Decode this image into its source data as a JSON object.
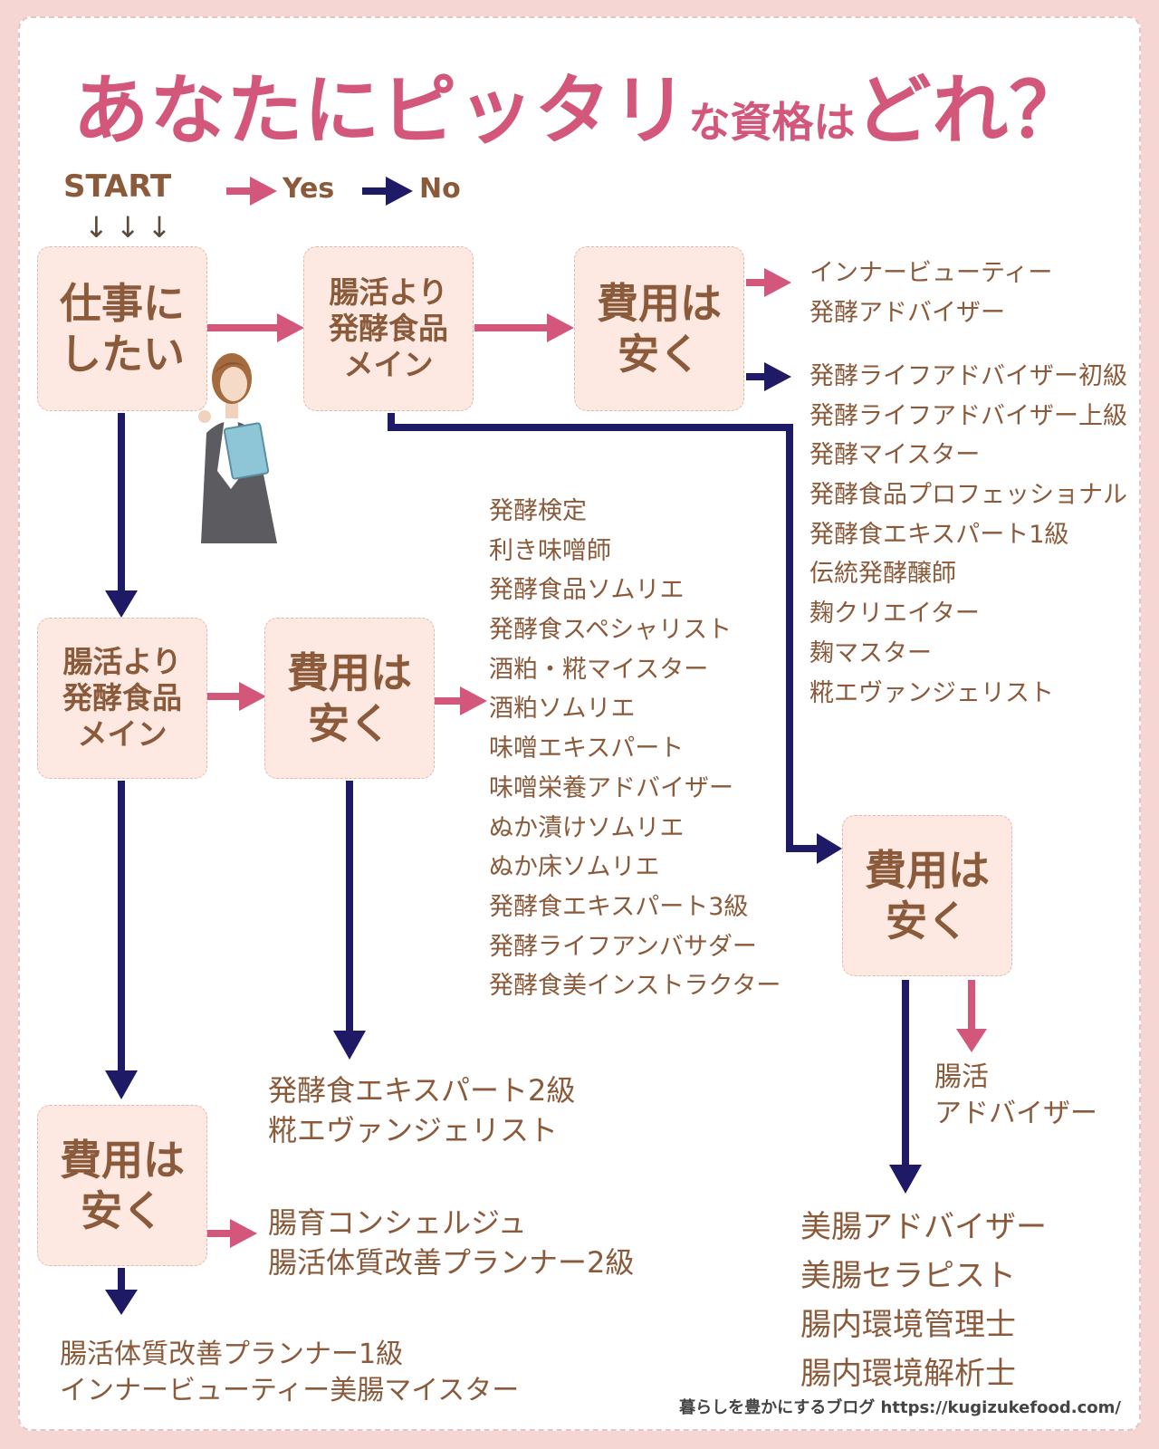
{
  "title": {
    "part1": "あなたにピッタリ",
    "part2": "な資格は",
    "part3": "どれ？"
  },
  "legend": {
    "start": "START",
    "start_arrows": "↓↓↓",
    "yes": "Yes",
    "no": "No",
    "yes_color": "#d2577a",
    "no_color": "#1f1a66"
  },
  "boxes": {
    "work": "仕事に\nしたい",
    "gut_a": "腸活より\n発酵食品\nメイン",
    "cost_a": "費用は\n安く",
    "gut_b": "腸活より\n発酵食品\nメイン",
    "cost_b": "費用は\n安く",
    "cost_c": "費用は\n安く",
    "cost_d": "費用は\n安く"
  },
  "results": {
    "r1": [
      "インナービューティー",
      "発酵アドバイザー"
    ],
    "r2": [
      "発酵ライフアドバイザー初級",
      "発酵ライフアドバイザー上級",
      "発酵マイスター",
      "発酵食品プロフェッショナル",
      "発酵食エキスパート1級",
      "伝統発酵醸師",
      "麹クリエイター",
      "麹マスター",
      "糀エヴァンジェリスト"
    ],
    "r3": [
      "発酵検定",
      "利き味噌師",
      "発酵食品ソムリエ",
      "発酵食スペシャリスト",
      "酒粕・糀マイスター",
      "酒粕ソムリエ",
      "味噌エキスパート",
      "味噌栄養アドバイザー",
      "ぬか漬けソムリエ",
      "ぬか床ソムリエ",
      "発酵食エキスパート3級",
      "発酵ライフアンバサダー",
      "発酵食美インストラクター"
    ],
    "r4": [
      "発酵食エキスパート2級",
      "糀エヴァンジェリスト"
    ],
    "r5": [
      "腸育コンシェルジュ",
      "腸活体質改善プランナー2級"
    ],
    "r6": [
      "腸活体質改善プランナー1級",
      "インナービューティー美腸マイスター"
    ],
    "r7": [
      "腸活",
      "アドバイザー"
    ],
    "r8": [
      "美腸アドバイザー",
      "美腸セラピスト",
      "腸内環境管理士",
      "腸内環境解析士"
    ]
  },
  "footer": "暮らしを豊かにするブログ https://kugizukefood.com/"
}
